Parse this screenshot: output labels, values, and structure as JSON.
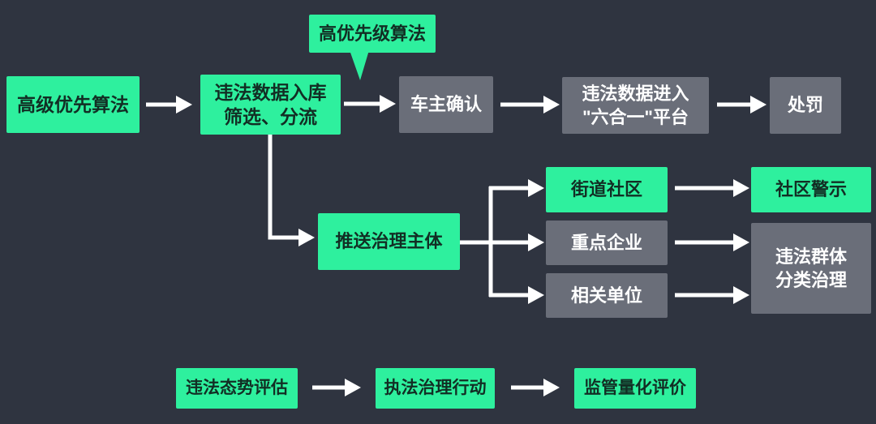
{
  "colors": {
    "background": "#2F3440",
    "green": "#2EF09E",
    "gray": "#6A6E79",
    "text_on_green": "#122E24",
    "text_on_gray": "#FFFFFF",
    "arrow": "#FFFFFF"
  },
  "callout": {
    "label": "高优先级算法"
  },
  "main_flow": {
    "advanced_algorithm": "高级优先算法",
    "data_intake_line1": "违法数据入库",
    "data_intake_line2": "筛选、分流",
    "owner_confirm": "车主确认",
    "platform_line1": "违法数据进入",
    "platform_line2": "\"六合一\"平台",
    "punishment": "处罚"
  },
  "governance_flow": {
    "push_body": "推送治理主体",
    "street_community": "街道社区",
    "key_enterprise": "重点企业",
    "related_unit": "相关单位",
    "community_warning": "社区警示",
    "group_governance_line1": "违法群体",
    "group_governance_line2": "分类治理"
  },
  "evaluation_flow": {
    "situation_evaluation": "违法态势评估",
    "enforcement_action": "执法治理行动",
    "quantified_evaluation": "监管量化评价"
  }
}
